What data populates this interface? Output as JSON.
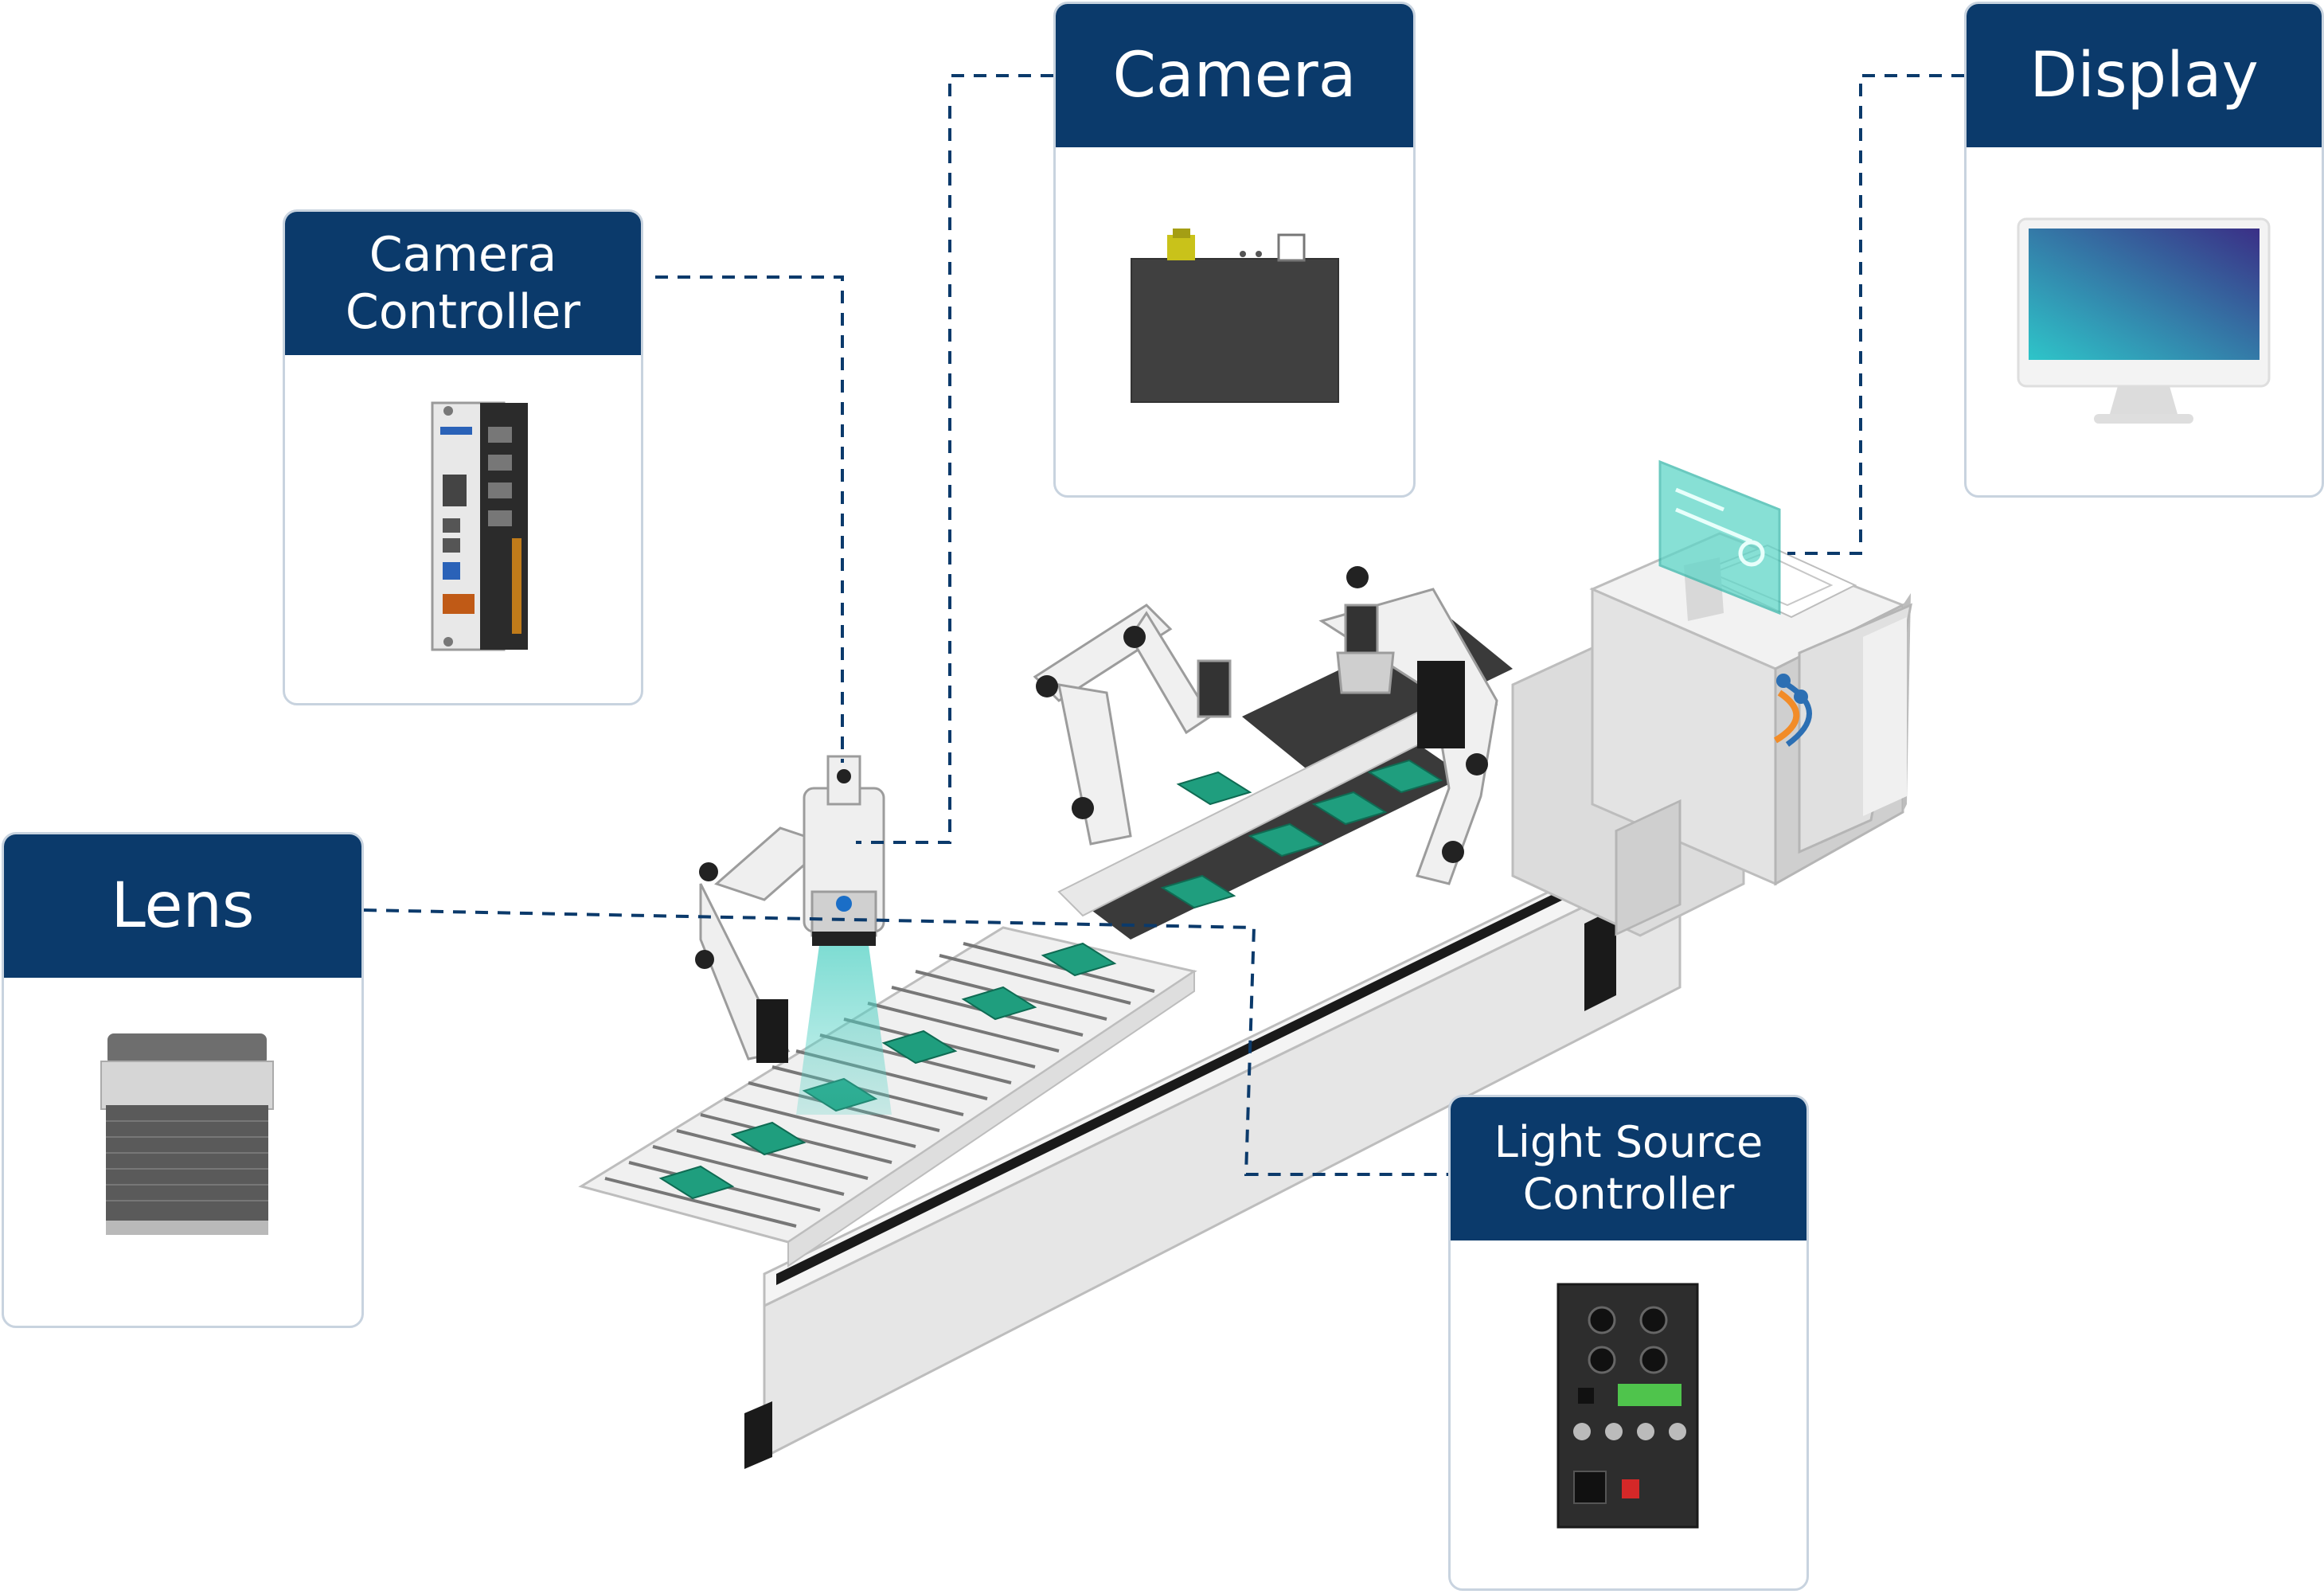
{
  "colors": {
    "header": "#0b3a6b",
    "connector": "#0b3a6b",
    "card_border": "#c8d3df",
    "pcb": "#1f9e7e",
    "beam": "#4fd0c3"
  },
  "components": {
    "camera_controller": {
      "label": "Camera\nController",
      "icon": "industrial-pc-icon"
    },
    "camera": {
      "label": "Camera",
      "icon": "camera-body-icon"
    },
    "display": {
      "label": "Display",
      "icon": "monitor-icon"
    },
    "lens": {
      "label": "Lens",
      "icon": "lens-icon"
    },
    "light_source_controller": {
      "label": "Light Source\nController",
      "icon": "light-controller-icon"
    }
  }
}
